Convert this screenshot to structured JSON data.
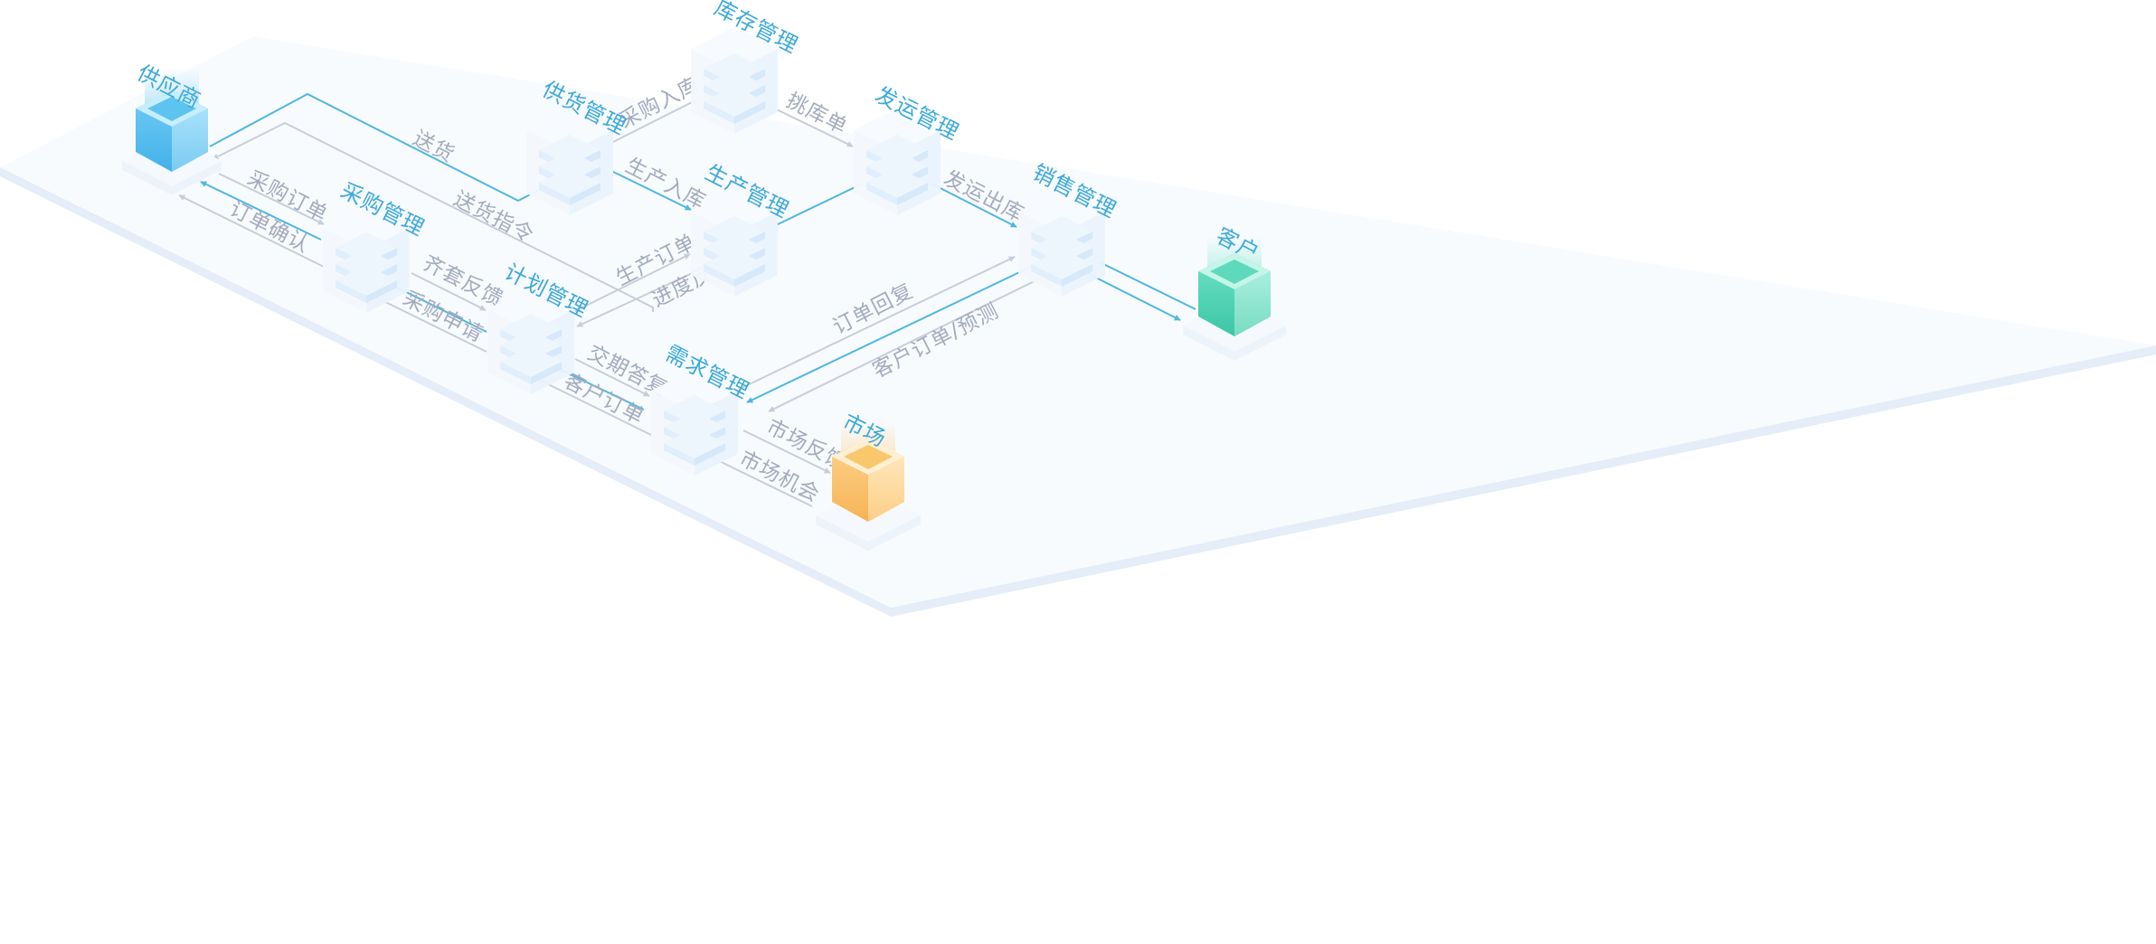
{
  "colors": {
    "blue_line": "#4fb7e0",
    "gray_line": "#c8cdd9",
    "title": "#3da9d8",
    "label": "#a3abbd",
    "platform": "#f8fbfe",
    "platform_edge": "#e4edf8"
  },
  "nodes": {
    "supplier": "供应商",
    "inventory": "库存管理",
    "supply": "供货管理",
    "shipping": "发运管理",
    "production": "生产管理",
    "purchasing": "采购管理",
    "sales": "销售管理",
    "customer": "客户",
    "planning": "计划管理",
    "demand": "需求管理",
    "market": "市场"
  },
  "edges": {
    "deliver": "送货",
    "purchase_order": "采购订单",
    "order_confirm": "订单确认",
    "delivery_instruction": "送货指令",
    "purchase_in": "采购入库",
    "production_in": "生产入库",
    "picking_list": "挑库单",
    "ship_out": "发运出库",
    "production_order": "生产订单",
    "progress_feedback": "进度反馈",
    "kit_feedback": "齐套反馈",
    "purchase_request": "采购申请",
    "order_reply": "订单回复",
    "customer_forecast": "客户订单/预测",
    "delivery_reply": "交期答复",
    "customer_order": "客户订单",
    "market_feedback": "市场反馈",
    "market_opportunity": "市场机会"
  }
}
